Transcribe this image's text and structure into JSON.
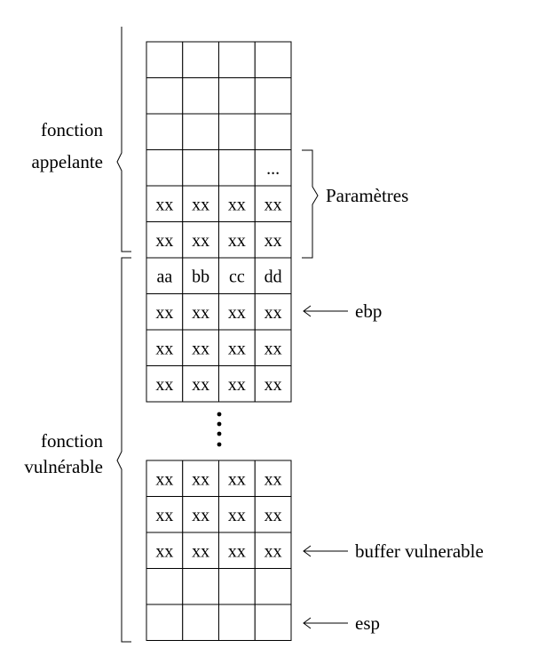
{
  "upper_block": {
    "rows": [
      [
        "",
        "",
        "",
        ""
      ],
      [
        "",
        "",
        "",
        ""
      ],
      [
        "",
        "",
        "",
        ""
      ],
      [
        "",
        "",
        "",
        "..."
      ],
      [
        "xx",
        "xx",
        "xx",
        "xx"
      ],
      [
        "xx",
        "xx",
        "xx",
        "xx"
      ]
    ]
  },
  "middle_block": {
    "rows": [
      [
        "aa",
        "bb",
        "cc",
        "dd"
      ],
      [
        "xx",
        "xx",
        "xx",
        "xx"
      ],
      [
        "xx",
        "xx",
        "xx",
        "xx"
      ],
      [
        "xx",
        "xx",
        "xx",
        "xx"
      ]
    ]
  },
  "lower_block": {
    "rows": [
      [
        "xx",
        "xx",
        "xx",
        "xx"
      ],
      [
        "xx",
        "xx",
        "xx",
        "xx"
      ],
      [
        "xx",
        "xx",
        "xx",
        "xx"
      ],
      [
        "",
        "",
        "",
        ""
      ],
      [
        "",
        "",
        "",
        ""
      ]
    ]
  },
  "labels": {
    "caller_line1": "fonction",
    "caller_line2": "appelante",
    "vulnerable_line1": "fonction",
    "vulnerable_line2": "vulnérable",
    "parameters": "Paramètres",
    "ebp": "ebp",
    "buffer": "buffer vulnerable",
    "esp": "esp"
  }
}
